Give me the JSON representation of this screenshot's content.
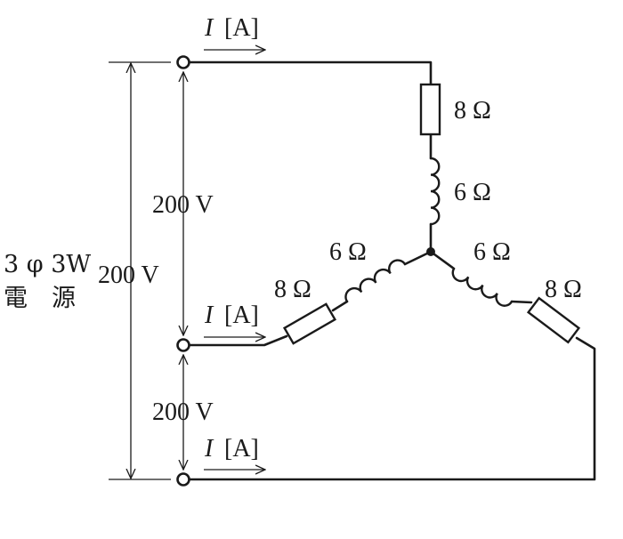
{
  "source": {
    "line1": "3 φ 3W",
    "line2": "電　源"
  },
  "current_label": {
    "symbol": "I",
    "unit": "[A]"
  },
  "voltages": {
    "top_phase": "200 V",
    "bottom_phase": "200 V",
    "line_to_line": "200 V"
  },
  "loads": {
    "phase_a": {
      "resistance": "8 Ω",
      "reactance": "6 Ω"
    },
    "phase_b": {
      "resistance": "8 Ω",
      "reactance": "6 Ω"
    },
    "phase_c": {
      "resistance": "8 Ω",
      "reactance": "6 Ω"
    }
  }
}
